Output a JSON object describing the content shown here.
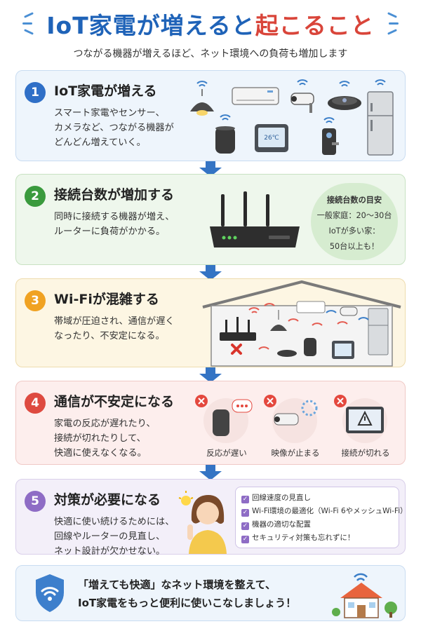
{
  "header": {
    "title_part1": "IoT家電が増えると",
    "title_part2": "起こること",
    "subtitle": "つながる機器が増えるほど、ネット環境への負荷も増加します"
  },
  "colors": {
    "blue": "#1f63b8",
    "red": "#d9453a",
    "step1": "#2f6fc7",
    "step2": "#3a9a3d",
    "step3": "#f0a222",
    "step4": "#de4a40",
    "step5": "#8e6cc5"
  },
  "steps": [
    {
      "num": "1",
      "title": "IoT家電が増える",
      "lines": [
        "スマート家電やセンサー、",
        "カメラなど、つながる機器が",
        "どんどん増えていく。"
      ],
      "icons": [
        "light-bulb-icon",
        "air-conditioner-icon",
        "security-camera-icon",
        "robot-vacuum-icon",
        "refrigerator-icon",
        "smart-speaker-icon",
        "smart-display-icon",
        "smart-lock-icon",
        "wifi-icon"
      ]
    },
    {
      "num": "2",
      "title": "接続台数が増加する",
      "lines": [
        "同時に接続する機器が増え、",
        "ルーターに負荷がかかる。"
      ],
      "bubble": {
        "title": "接続台数の目安",
        "line1": "一般家庭：20〜30台",
        "line2": "IoTが多い家：",
        "line3": "50台以上も！"
      }
    },
    {
      "num": "3",
      "title": "Wi-Fiが混雑する",
      "lines": [
        "帯域が圧迫され、通信が遅く",
        "なったり、不安定になる。"
      ]
    },
    {
      "num": "4",
      "title": "通信が不安定になる",
      "lines": [
        "家電の反応が遅れたり、",
        "接続が切れたりして、",
        "快適に使えなくなる。"
      ],
      "captions": [
        "反応が遅い",
        "映像が止まる",
        "接続が切れる"
      ]
    },
    {
      "num": "5",
      "title": "対策が必要になる",
      "lines": [
        "快適に使い続けるためには、",
        "回線やルーターの見直し、",
        "ネット設計が欠かせない。"
      ],
      "checklist": [
        "回線速度の見直し",
        "Wi-Fi環境の最適化（Wi-Fi 6やメッシュWi-Fi）",
        "機器の適切な配置",
        "セキュリティ対策も忘れずに！"
      ]
    }
  ],
  "footer": {
    "line1": "「増えても快適」なネット環境を整えて、",
    "line2": "IoT家電をもっと便利に使いこなしましょう！"
  }
}
